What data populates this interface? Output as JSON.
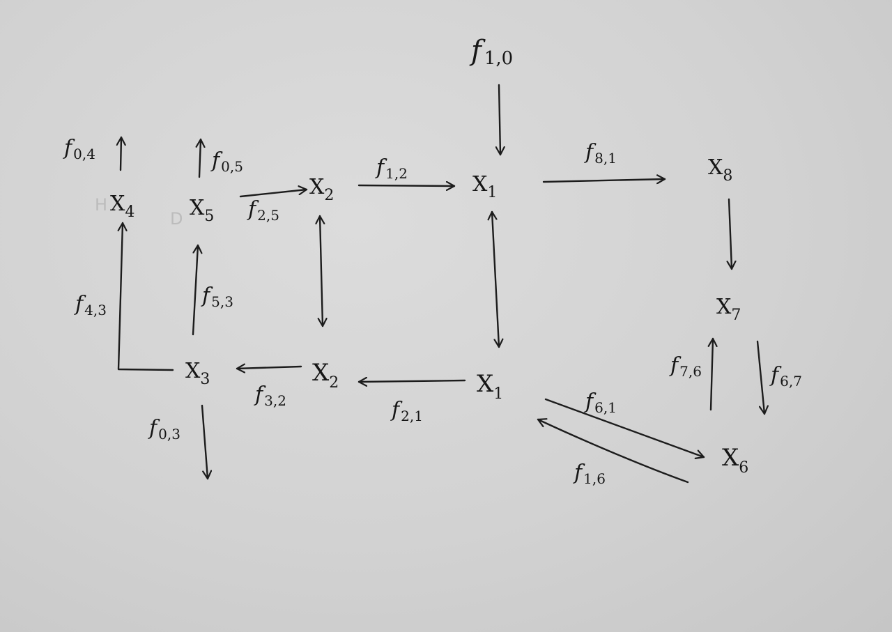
{
  "nodes": {
    "x4_top": {
      "base": "X",
      "sub": "4"
    },
    "x5_top": {
      "base": "X",
      "sub": "5"
    },
    "x2_top": {
      "base": "X",
      "sub": "2"
    },
    "x1_top": {
      "base": "X",
      "sub": "1"
    },
    "x8": {
      "base": "X",
      "sub": "8"
    },
    "x7": {
      "base": "X",
      "sub": "7"
    },
    "x3": {
      "base": "X",
      "sub": "3"
    },
    "x2_bottom": {
      "base": "X",
      "sub": "2"
    },
    "x1_bottom": {
      "base": "X",
      "sub": "1"
    },
    "x6": {
      "base": "X",
      "sub": "6"
    }
  },
  "flows": {
    "f10": {
      "base": "f",
      "sub": "1,0"
    },
    "f04": {
      "base": "f",
      "sub": "0,4"
    },
    "f05": {
      "base": "f",
      "sub": "0,5"
    },
    "f12": {
      "base": "f",
      "sub": "1,2"
    },
    "f81": {
      "base": "f",
      "sub": "8,1"
    },
    "f25": {
      "base": "f",
      "sub": "2,5"
    },
    "f43": {
      "base": "f",
      "sub": "4,3"
    },
    "f53": {
      "base": "f",
      "sub": "5,3"
    },
    "f32": {
      "base": "f",
      "sub": "3,2"
    },
    "f21": {
      "base": "f",
      "sub": "2,1"
    },
    "f03": {
      "base": "f",
      "sub": "0,3"
    },
    "f76": {
      "base": "f",
      "sub": "7,6"
    },
    "f67": {
      "base": "f",
      "sub": "6,7"
    },
    "f61": {
      "base": "f",
      "sub": "6,1"
    },
    "f16": {
      "base": "f",
      "sub": "1,6"
    }
  },
  "faint_marks": {
    "near_x4": "H",
    "near_x5": "D"
  }
}
